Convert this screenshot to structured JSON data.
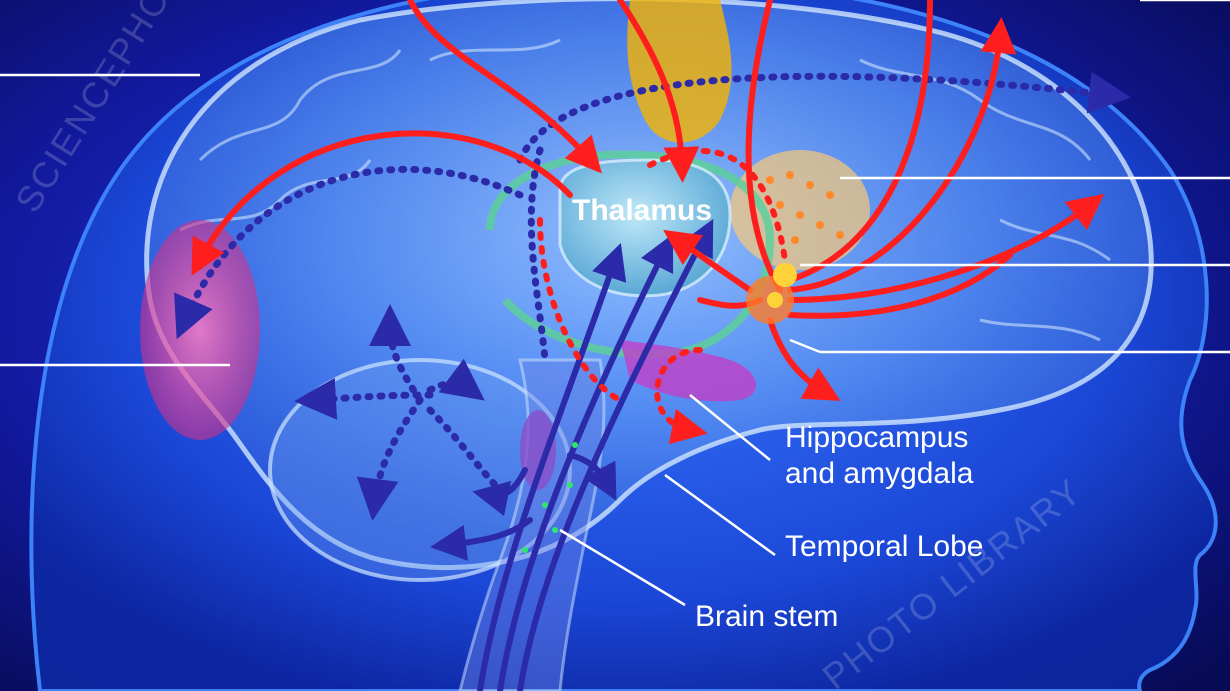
{
  "labels": {
    "thalamus": "Thalamus",
    "hippocampus_line1": "Hippocampus",
    "hippocampus_line2": "and amygdala",
    "temporal_lobe": "Temporal Lobe",
    "brain_stem": "Brain stem"
  },
  "watermarks": {
    "left": "SCIENCEPHOTO",
    "bottom": "PHOTO LIBRARY"
  },
  "colors": {
    "background": "#0a0f66",
    "head": "#1f6bff",
    "pathway_red": "#ff1e1e",
    "pathway_blue_dotted": "#2b2aa8",
    "thalamus_fill": "#7ec8e8",
    "limbic_ring": "#5ccf9a",
    "occipital_pink": "#ff4fa8",
    "hippocampus_magenta": "#c040c8",
    "basal_ganglia_yellow": "#f5b400",
    "leader_line": "#ffffff"
  }
}
